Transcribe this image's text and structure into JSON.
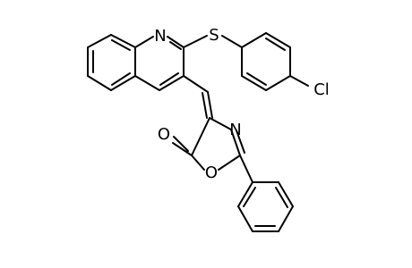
{
  "atoms": {
    "n_quinoline": "N",
    "s_thioether": "S",
    "cl": "Cl",
    "o_carbonyl": "O",
    "n_oxazolone": "N",
    "o_ring": "O"
  },
  "colors": {
    "bond": "#000000",
    "label": "#000000",
    "background": "#ffffff"
  }
}
